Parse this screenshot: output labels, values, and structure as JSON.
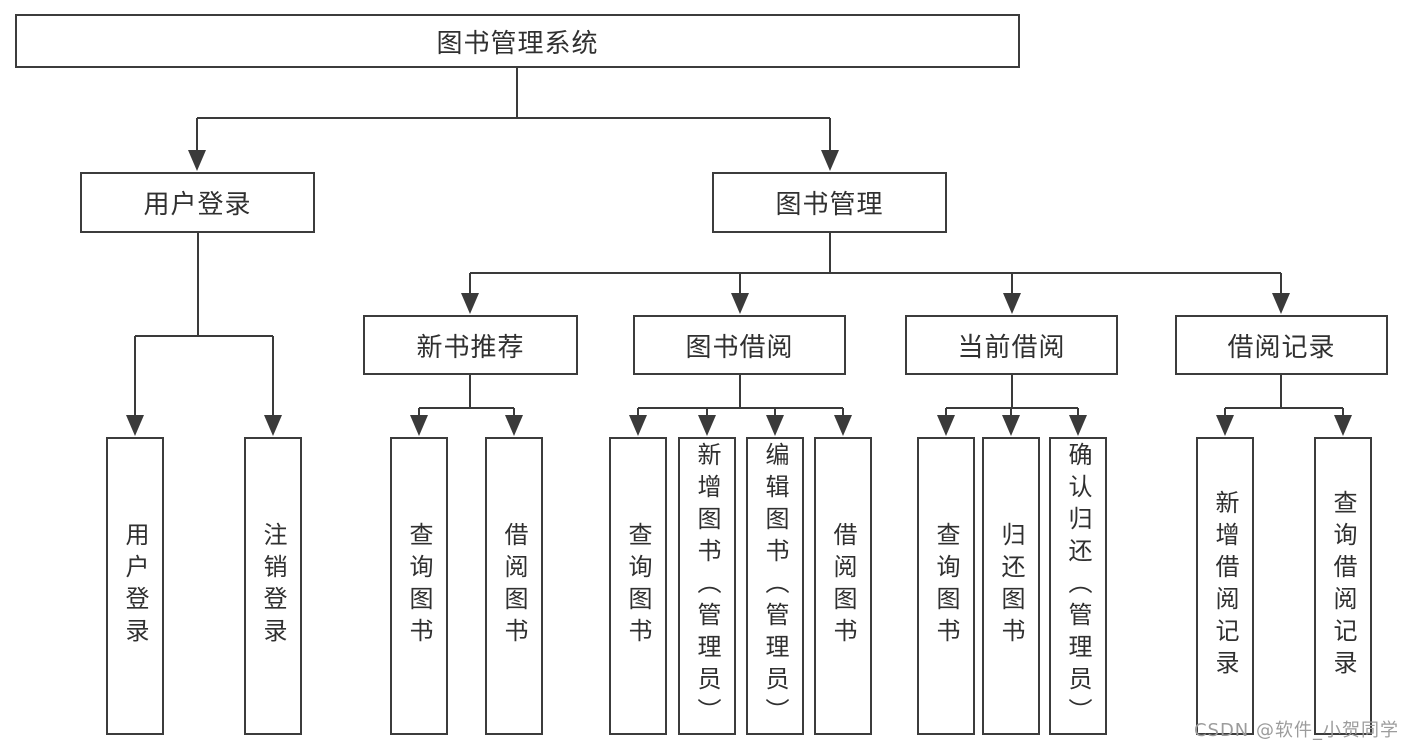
{
  "diagram": {
    "nodes": {
      "root": "图书管理系统",
      "user_login": "用户登录",
      "book_mgmt": "图书管理",
      "new_books": "新书推荐",
      "book_borrow": "图书借阅",
      "current_borrow": "当前借阅",
      "borrow_records": "借阅记录"
    },
    "leaves": {
      "user_login": [
        "用户登录",
        "注销登录"
      ],
      "new_books": [
        "查询图书",
        "借阅图书"
      ],
      "book_borrow": [
        "查询图书",
        "新增图书（管理员）",
        "编辑图书（管理员）",
        "借阅图书"
      ],
      "current_borrow": [
        "查询图书",
        "归还图书",
        "确认归还（管理员）"
      ],
      "borrow_records": [
        "新增借阅记录",
        "查询借阅记录"
      ]
    }
  },
  "watermark": "CSDN @软件_小贺同学",
  "colors": {
    "line": "#3a3a3a",
    "box_border": "#3c3c3c",
    "text": "#303030",
    "watermark": "#9c9c9c",
    "background": "#ffffff"
  }
}
